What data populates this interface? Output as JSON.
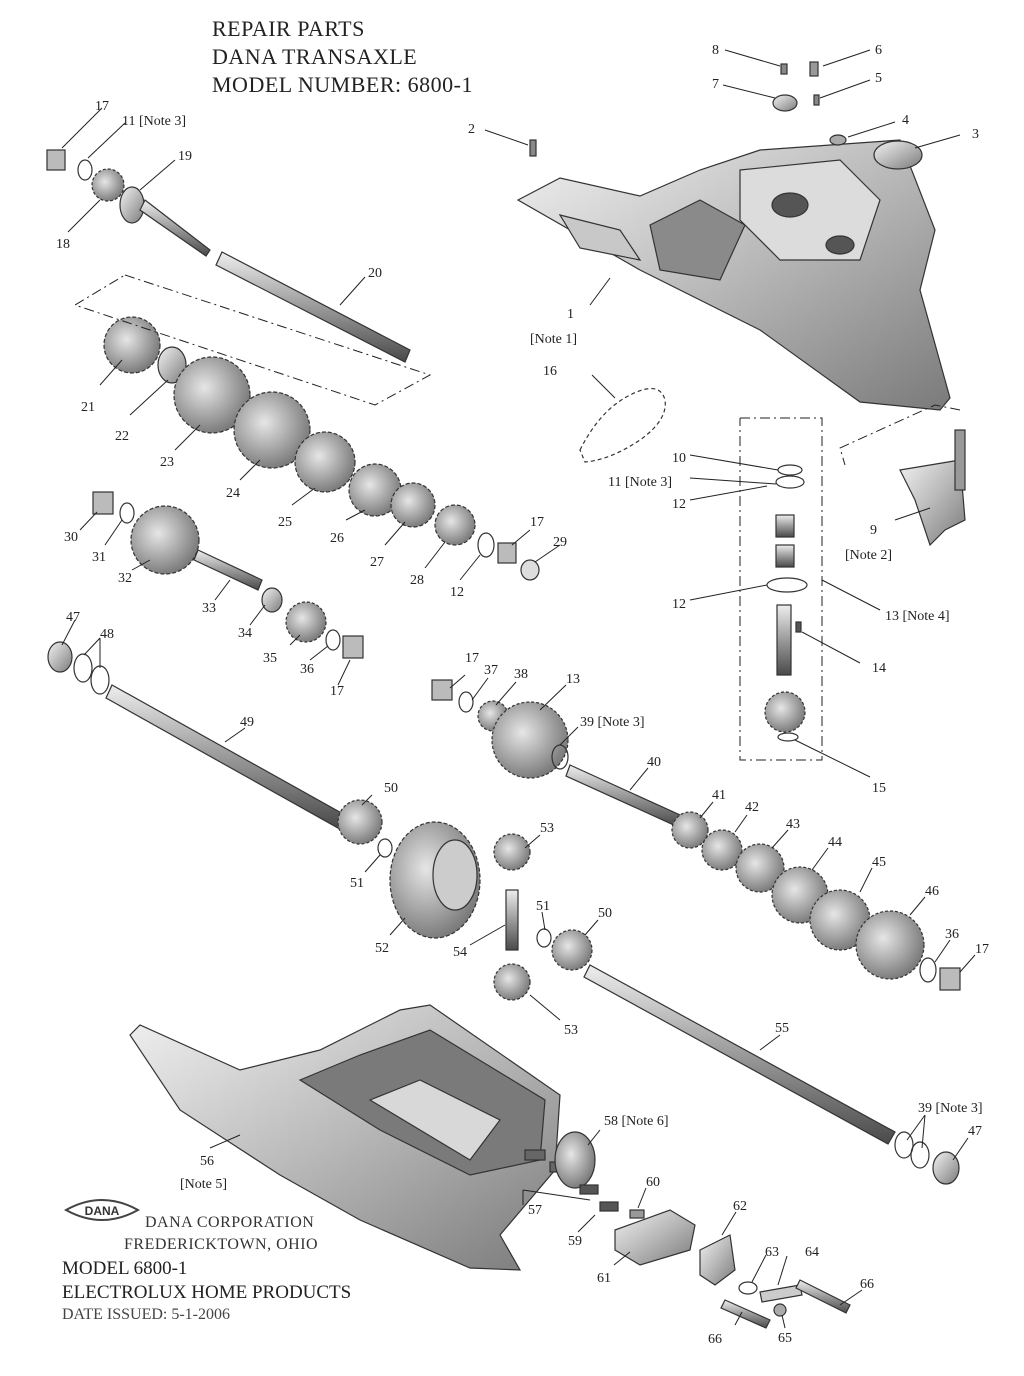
{
  "header": {
    "line1": "REPAIR PARTS",
    "line2": "DANA TRANSAXLE",
    "line3": "MODEL NUMBER: 6800-1"
  },
  "footer": {
    "logo_text": "DANA",
    "corp_name": "DANA CORPORATION",
    "corp_city": "FREDERICKTOWN, OHIO",
    "model": "MODEL 6800-1",
    "company": "ELECTROLUX HOME PRODUCTS",
    "date": "DATE ISSUED: 5-1-2006"
  },
  "callouts": {
    "c1": "1",
    "c1n": "[Note 1]",
    "c2": "2",
    "c3": "3",
    "c4": "4",
    "c5": "5",
    "c6": "6",
    "c7": "7",
    "c8": "8",
    "c9": "9",
    "c9n": "[Note 2]",
    "c10": "10",
    "c11a": "11 [Note 3]",
    "c11b": "11 [Note 3]",
    "c12a": "12",
    "c12b": "12",
    "c12c": "12",
    "c13a": "13 [Note 4]",
    "c13b": "13",
    "c14": "14",
    "c15": "15",
    "c16": "16",
    "c17a": "17",
    "c17b": "17",
    "c17c": "17",
    "c17d": "17",
    "c17e": "17",
    "c18": "18",
    "c19": "19",
    "c20": "20",
    "c21": "21",
    "c22": "22",
    "c23": "23",
    "c24": "24",
    "c25": "25",
    "c26": "26",
    "c27": "27",
    "c28": "28",
    "c29": "29",
    "c30": "30",
    "c31": "31",
    "c32": "32",
    "c33": "33",
    "c34": "34",
    "c35": "35",
    "c36a": "36",
    "c36b": "36",
    "c37": "37",
    "c38": "38",
    "c39a": "39 [Note 3]",
    "c39b": "39 [Note 3]",
    "c40": "40",
    "c41": "41",
    "c42": "42",
    "c43": "43",
    "c44": "44",
    "c45": "45",
    "c46": "46",
    "c47a": "47",
    "c47b": "47",
    "c48": "48",
    "c49": "49",
    "c50a": "50",
    "c50b": "50",
    "c51a": "51",
    "c51b": "51",
    "c52": "52",
    "c53a": "53",
    "c53b": "53",
    "c54": "54",
    "c55": "55",
    "c56": "56",
    "c56n": "[Note 5]",
    "c57": "57",
    "c58": "58 [Note 6]",
    "c59": "59",
    "c60": "60",
    "c61": "61",
    "c62": "62",
    "c63": "63",
    "c64": "64",
    "c65": "65",
    "c66a": "66",
    "c66b": "66"
  }
}
